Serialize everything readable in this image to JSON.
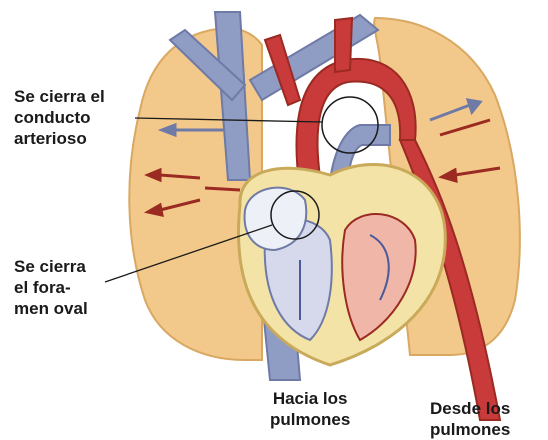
{
  "labels": {
    "ductus": "Se cierra el\nconducto\narterioso",
    "foramen": "Se cierra\nel fora-\nmen oval",
    "to_lungs": "Hacia los\npulmones",
    "from_lungs": "Desde los\npulmones"
  },
  "colors": {
    "lung": "#f2c98a",
    "vein_blue": "#8f9cc4",
    "artery_red": "#c93a3a",
    "heart_wall": "#f3e3a6",
    "arrow_dark_red": "#9a2a22"
  }
}
